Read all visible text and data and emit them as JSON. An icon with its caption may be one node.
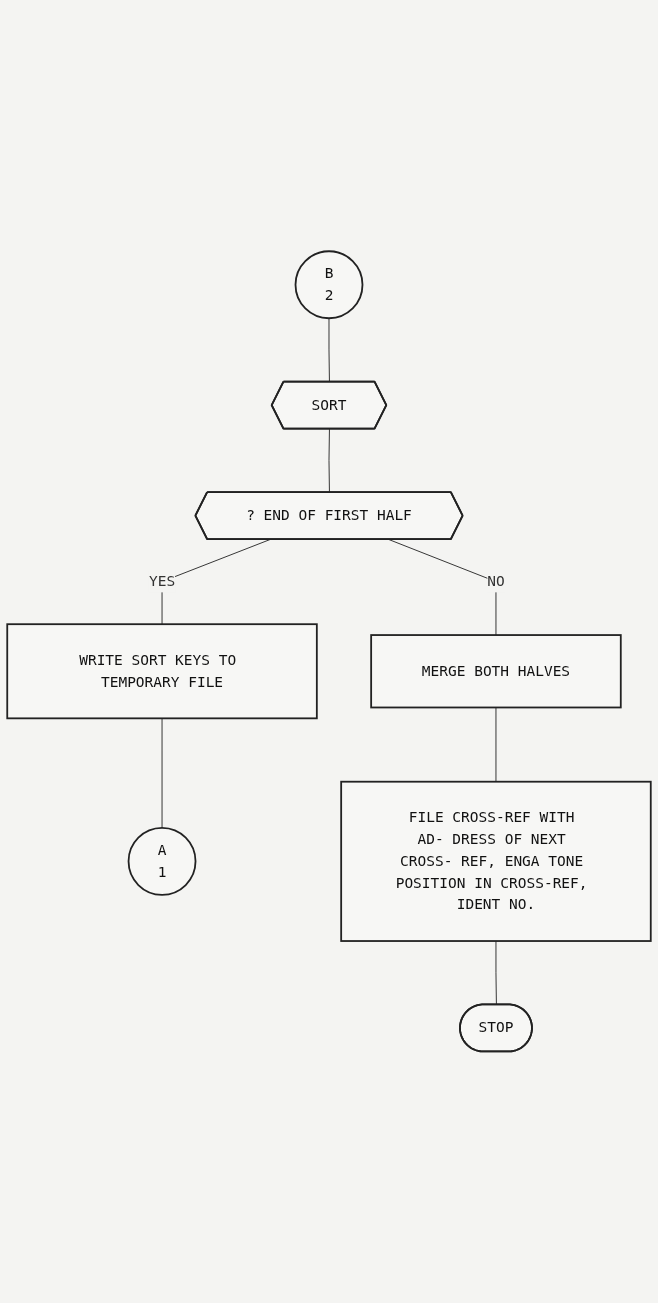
{
  "diagram": {
    "nodes": [
      {
        "text": [
          "B",
          "2"
        ]
      },
      {
        "text": [
          "SORT"
        ]
      },
      {
        "text": [
          "? END OF FIRST HALF"
        ]
      },
      {
        "text": [
          "WRITE SORT KEYS TO TEMPORARY FILE"
        ]
      },
      {
        "text": [
          "A",
          "1"
        ]
      },
      {
        "text": [
          "MERGE BOTH HALVES"
        ]
      },
      {
        "text": [
          "FILE CROSS-REF WITH AD- DRESS OF NEXT CROSS- REF, ENGA TONE POSITION IN CROSS-REF, IDENT NO."
        ]
      },
      {
        "text": [
          "STOP"
        ]
      }
    ],
    "edges": [
      {
        "from": 0,
        "to": 1,
        "arrow": "none"
      },
      {
        "from": 1,
        "to": 2,
        "arrow": "none"
      },
      {
        "from": 2,
        "to": 3,
        "label": "YES",
        "arrow": "none"
      },
      {
        "from": 3,
        "to": 4,
        "arrow": "none"
      },
      {
        "from": 2,
        "to": 5,
        "label": "NO",
        "arrow": "none"
      },
      {
        "from": 5,
        "to": 6,
        "arrow": "none"
      },
      {
        "from": 6,
        "to": 7,
        "arrow": "none"
      }
    ]
  }
}
